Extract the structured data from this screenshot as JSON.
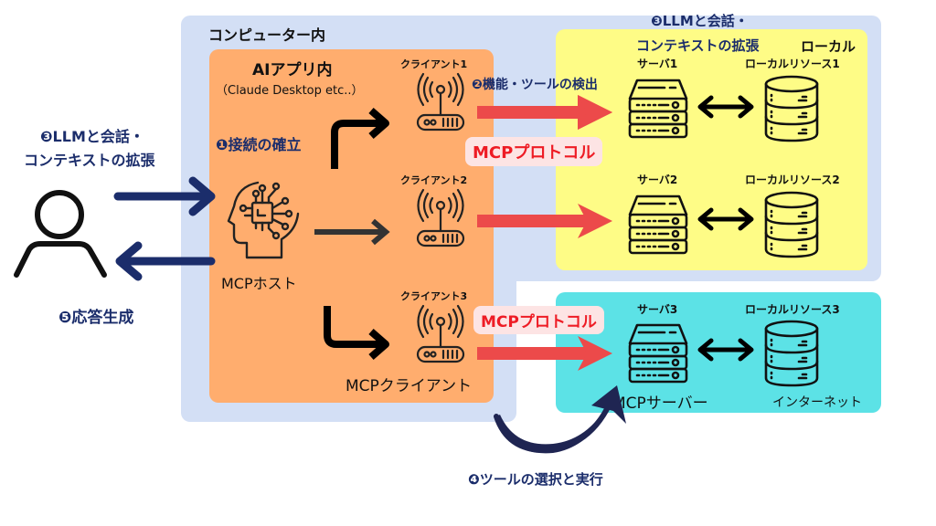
{
  "regions": {
    "computer": "コンピューター内",
    "app_title": "AIアプリ内",
    "app_subtitle": "（Claude Desktop etc..）",
    "local": "ローカル",
    "internet_resource": "インターネット"
  },
  "steps": {
    "step1": "❶接続の確立",
    "step2": "❷機能・ツールの検出",
    "step3_line1": "❸LLMと会話・",
    "step3_line2": "コンテキストの拡張",
    "step4": "❹ツールの選択と実行",
    "step5": "❺応答生成"
  },
  "host": {
    "label": "MCPホスト"
  },
  "clients": {
    "group_label": "MCPクライアント",
    "items": [
      {
        "label": "クライアント1"
      },
      {
        "label": "クライアント2"
      },
      {
        "label": "クライアント3"
      }
    ]
  },
  "servers": {
    "group_label": "MCPサーバー",
    "items": [
      {
        "label": "サーバ1",
        "resource": "ローカルリソース1"
      },
      {
        "label": "サーバ2",
        "resource": "ローカルリソース2"
      },
      {
        "label": "サーバ3",
        "resource": "ローカルリソース3"
      }
    ]
  },
  "protocol_labels": [
    "MCPプロトコル",
    "MCPプロトコル"
  ],
  "colors": {
    "computer_bg": "#d3dff5",
    "app_bg": "#ffad6e",
    "local_bg": "#fefc86",
    "internet_bg": "#5ce2e6",
    "navy": "#1b2d6b",
    "protocol_red": "#ee1c25",
    "arrow_red": "#ec4a4a"
  }
}
